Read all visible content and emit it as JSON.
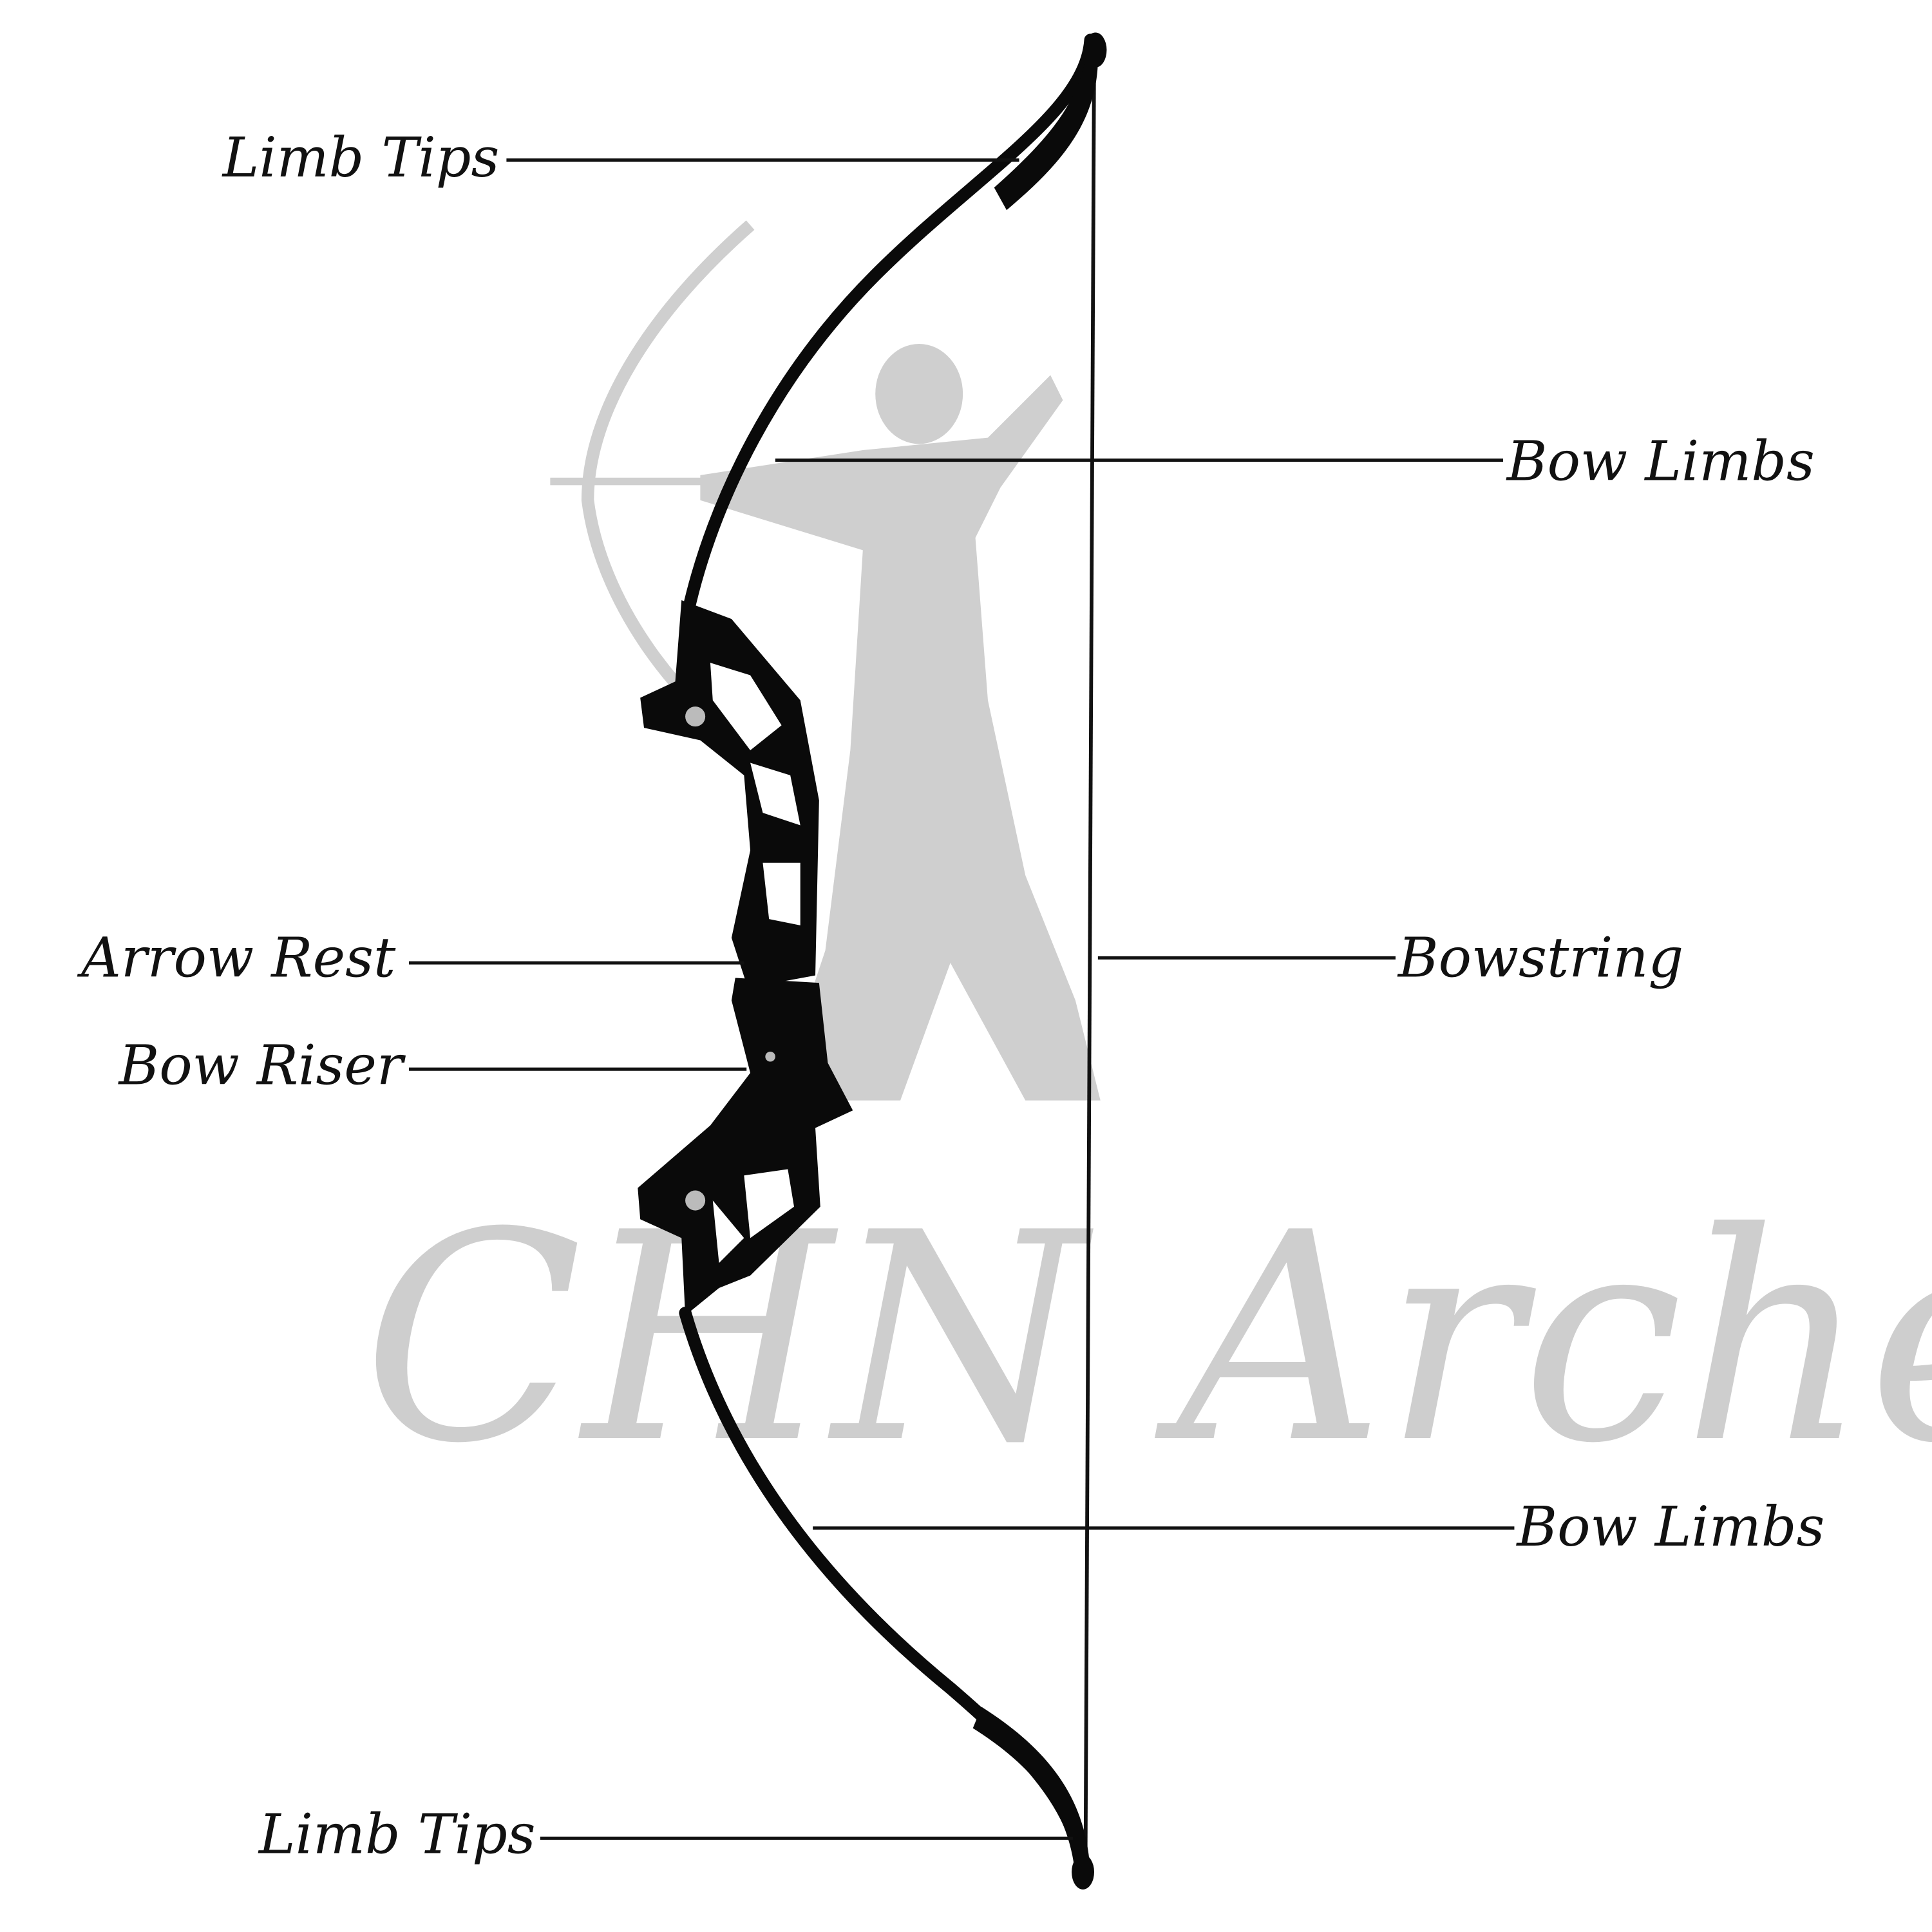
{
  "title": "Recurve bow parts diagram",
  "watermark": "CHN Archery",
  "labels": {
    "limb_tips_top": "Limb Tips",
    "bow_limbs_upper": "Bow Limbs",
    "arrow_rest": "Arrow Rest",
    "bowstring": "Bowstring",
    "bow_riser": "Bow Riser",
    "bow_limbs_lower": "Bow Limbs",
    "limb_tips_bottom": "Limb Tips"
  },
  "colors": {
    "bow": "#0a0a0a",
    "watermark": "#c9c9c9",
    "text": "#111111"
  }
}
